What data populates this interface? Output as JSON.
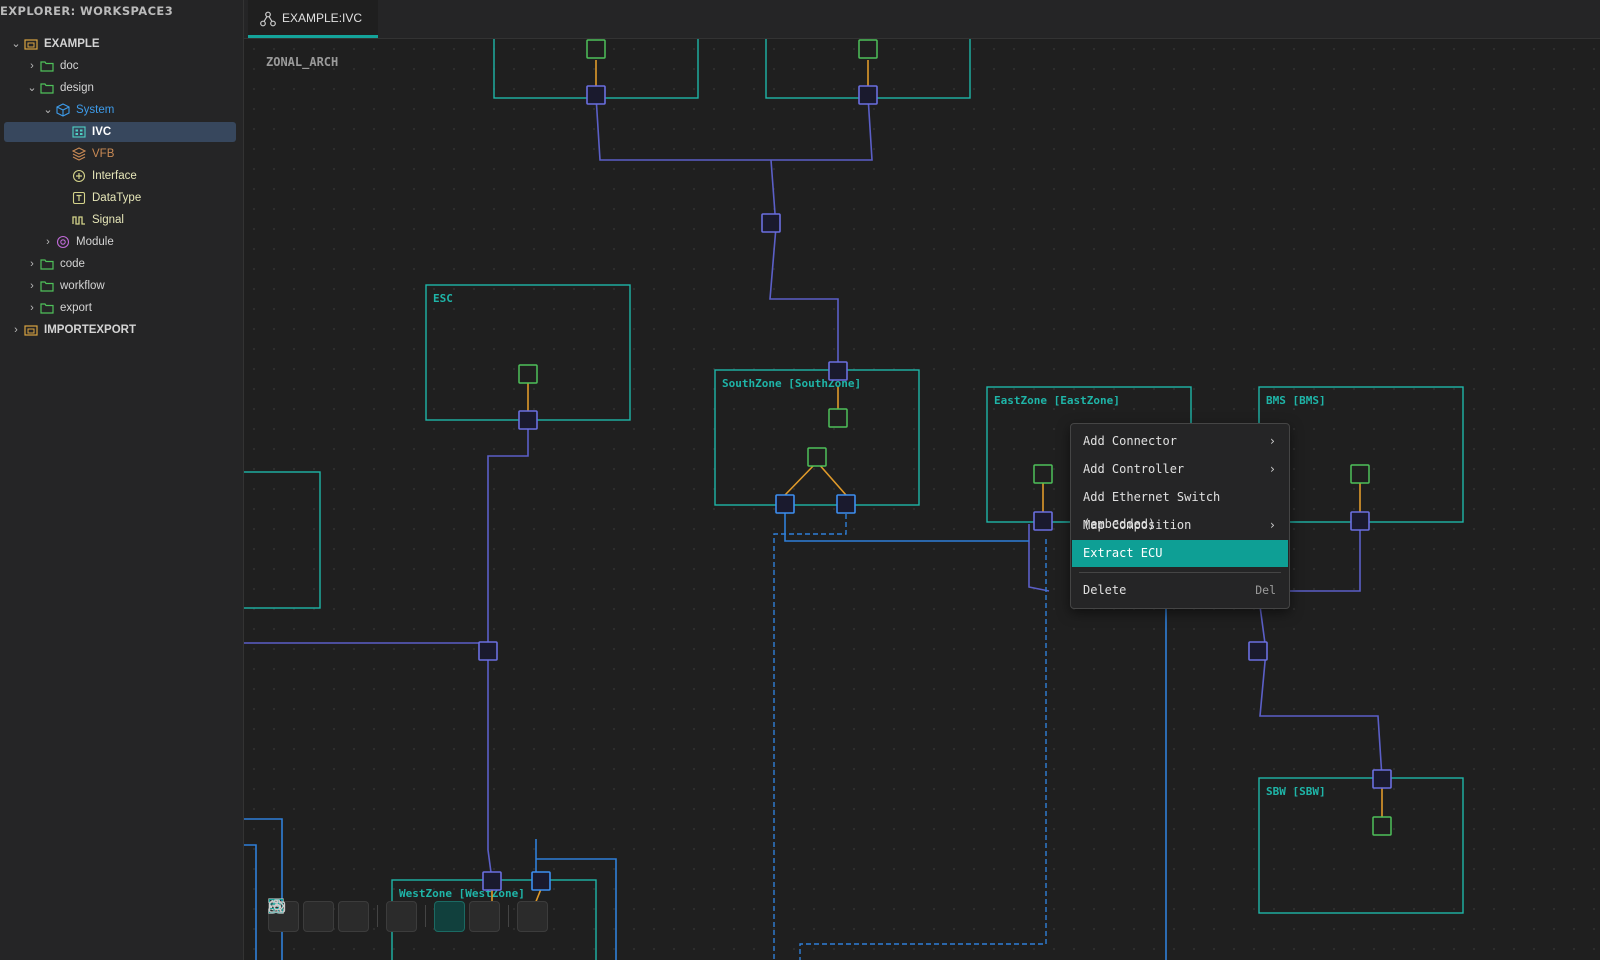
{
  "explorer": {
    "title": "EXPLORER: WORKSPACE3",
    "tree": [
      {
        "label": "EXAMPLE",
        "icon": "package-folder-icon",
        "expanded": true,
        "depth": 0
      },
      {
        "label": "doc",
        "icon": "folder-icon",
        "expanded": false,
        "depth": 1
      },
      {
        "label": "design",
        "icon": "folder-icon",
        "expanded": true,
        "depth": 1
      },
      {
        "label": "System",
        "icon": "cube-icon",
        "expanded": true,
        "depth": 2
      },
      {
        "label": "IVC",
        "icon": "diagram-icon",
        "selected": true,
        "depth": 3
      },
      {
        "label": "VFB",
        "icon": "layers-icon",
        "depth": 3
      },
      {
        "label": "Interface",
        "icon": "interface-icon",
        "depth": 3
      },
      {
        "label": "DataType",
        "icon": "datatype-icon",
        "depth": 3
      },
      {
        "label": "Signal",
        "icon": "signal-icon",
        "depth": 3
      },
      {
        "label": "Module",
        "icon": "module-icon",
        "expanded": false,
        "depth": 2
      },
      {
        "label": "code",
        "icon": "folder-icon",
        "expanded": false,
        "depth": 1
      },
      {
        "label": "workflow",
        "icon": "folder-icon",
        "expanded": false,
        "depth": 1
      },
      {
        "label": "export",
        "icon": "folder-icon",
        "expanded": false,
        "depth": 1
      },
      {
        "label": "IMPORTEXPORT",
        "icon": "package-folder-icon",
        "expanded": false,
        "depth": 0
      }
    ]
  },
  "tab": {
    "label": "EXAMPLE:IVC",
    "icon": "graph-icon"
  },
  "diagram": {
    "title": "ZONAL_ARCH",
    "nodes": [
      {
        "id": "esc",
        "label": "ESC"
      },
      {
        "id": "south",
        "label": "SouthZone [SouthZone]"
      },
      {
        "id": "east",
        "label": "EastZone [EastZone]"
      },
      {
        "id": "bms",
        "label": "BMS [BMS]"
      },
      {
        "id": "sbw",
        "label": "SBW [SBW]"
      },
      {
        "id": "west",
        "label": "WestZone [WestZone]"
      }
    ]
  },
  "context_menu": {
    "items": [
      {
        "label": "Add Connector",
        "submenu": true
      },
      {
        "label": "Add Controller",
        "submenu": true
      },
      {
        "label": "Add Ethernet Switch (embedded)",
        "submenu": false
      },
      {
        "label": "Map Composition",
        "submenu": true
      },
      {
        "label": "Extract ECU",
        "highlighted": true
      },
      {
        "label": "Delete",
        "shortcut": "Del"
      }
    ]
  },
  "toolbar": {
    "buttons": [
      "zoom-in-icon",
      "zoom-out-icon",
      "fit-view-icon",
      "auto-layout-icon",
      "grid-toggle-icon",
      "connector-mode-icon",
      "screenshot-icon"
    ]
  },
  "colors": {
    "accent": "#14a39a",
    "node_border": "#1fb5a8",
    "link": "#5b5fc7",
    "port_fill": "#1a1a2e",
    "port_green": "#4fc15a",
    "orange": "#e09a2a",
    "blue_link": "#2f7fd8"
  }
}
